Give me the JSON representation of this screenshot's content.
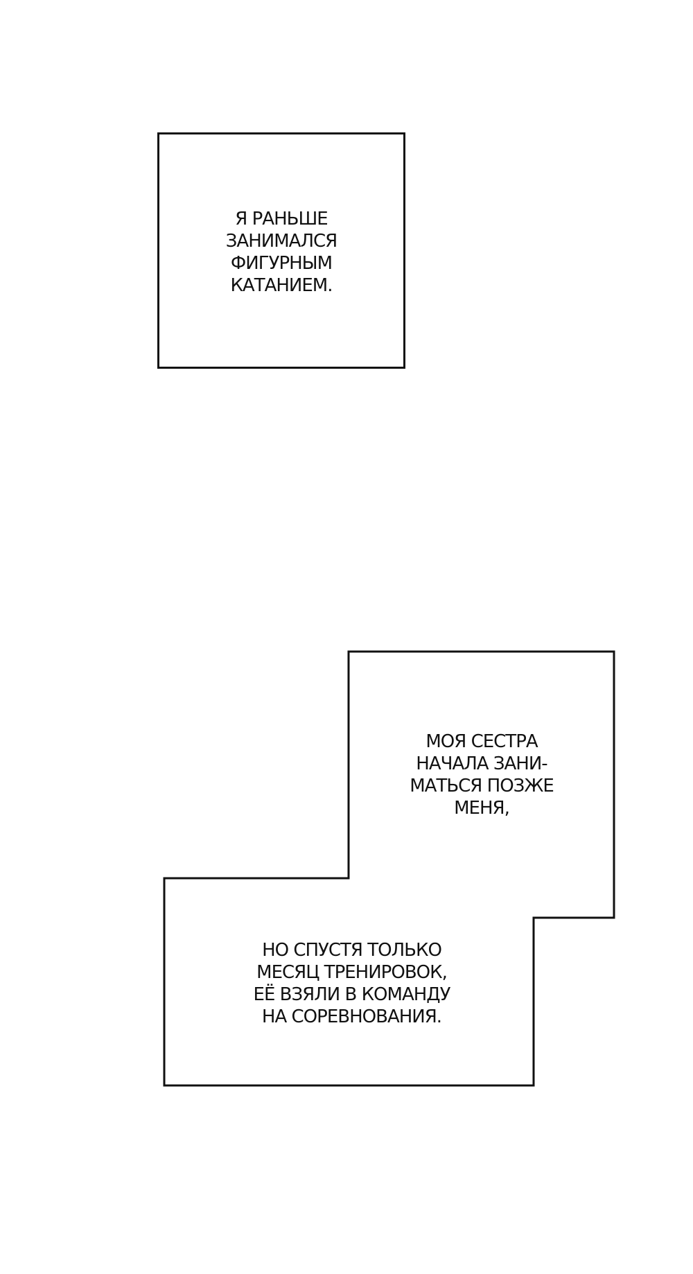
{
  "panel_top": {
    "lines": [
      "Я РАНЬШЕ",
      "ЗАНИМАЛСЯ",
      "ФИГУРНЫМ",
      "КАТАНИЕМ."
    ]
  },
  "panel_bottom": {
    "upper_lines": [
      "МОЯ СЕСТРА",
      "НАЧАЛА ЗАНИ-",
      "МАТЬСЯ ПОЗЖЕ",
      "МЕНЯ,"
    ],
    "lower_lines": [
      "НО СПУСТЯ ТОЛЬКО",
      "МЕСЯЦ ТРЕНИРОВОК,",
      "ЕЁ ВЗЯЛИ В КОМАНДУ",
      "НА СОРЕВНОВАНИЯ."
    ]
  },
  "colors": {
    "background": "#ffffff",
    "ink": "#111111"
  }
}
